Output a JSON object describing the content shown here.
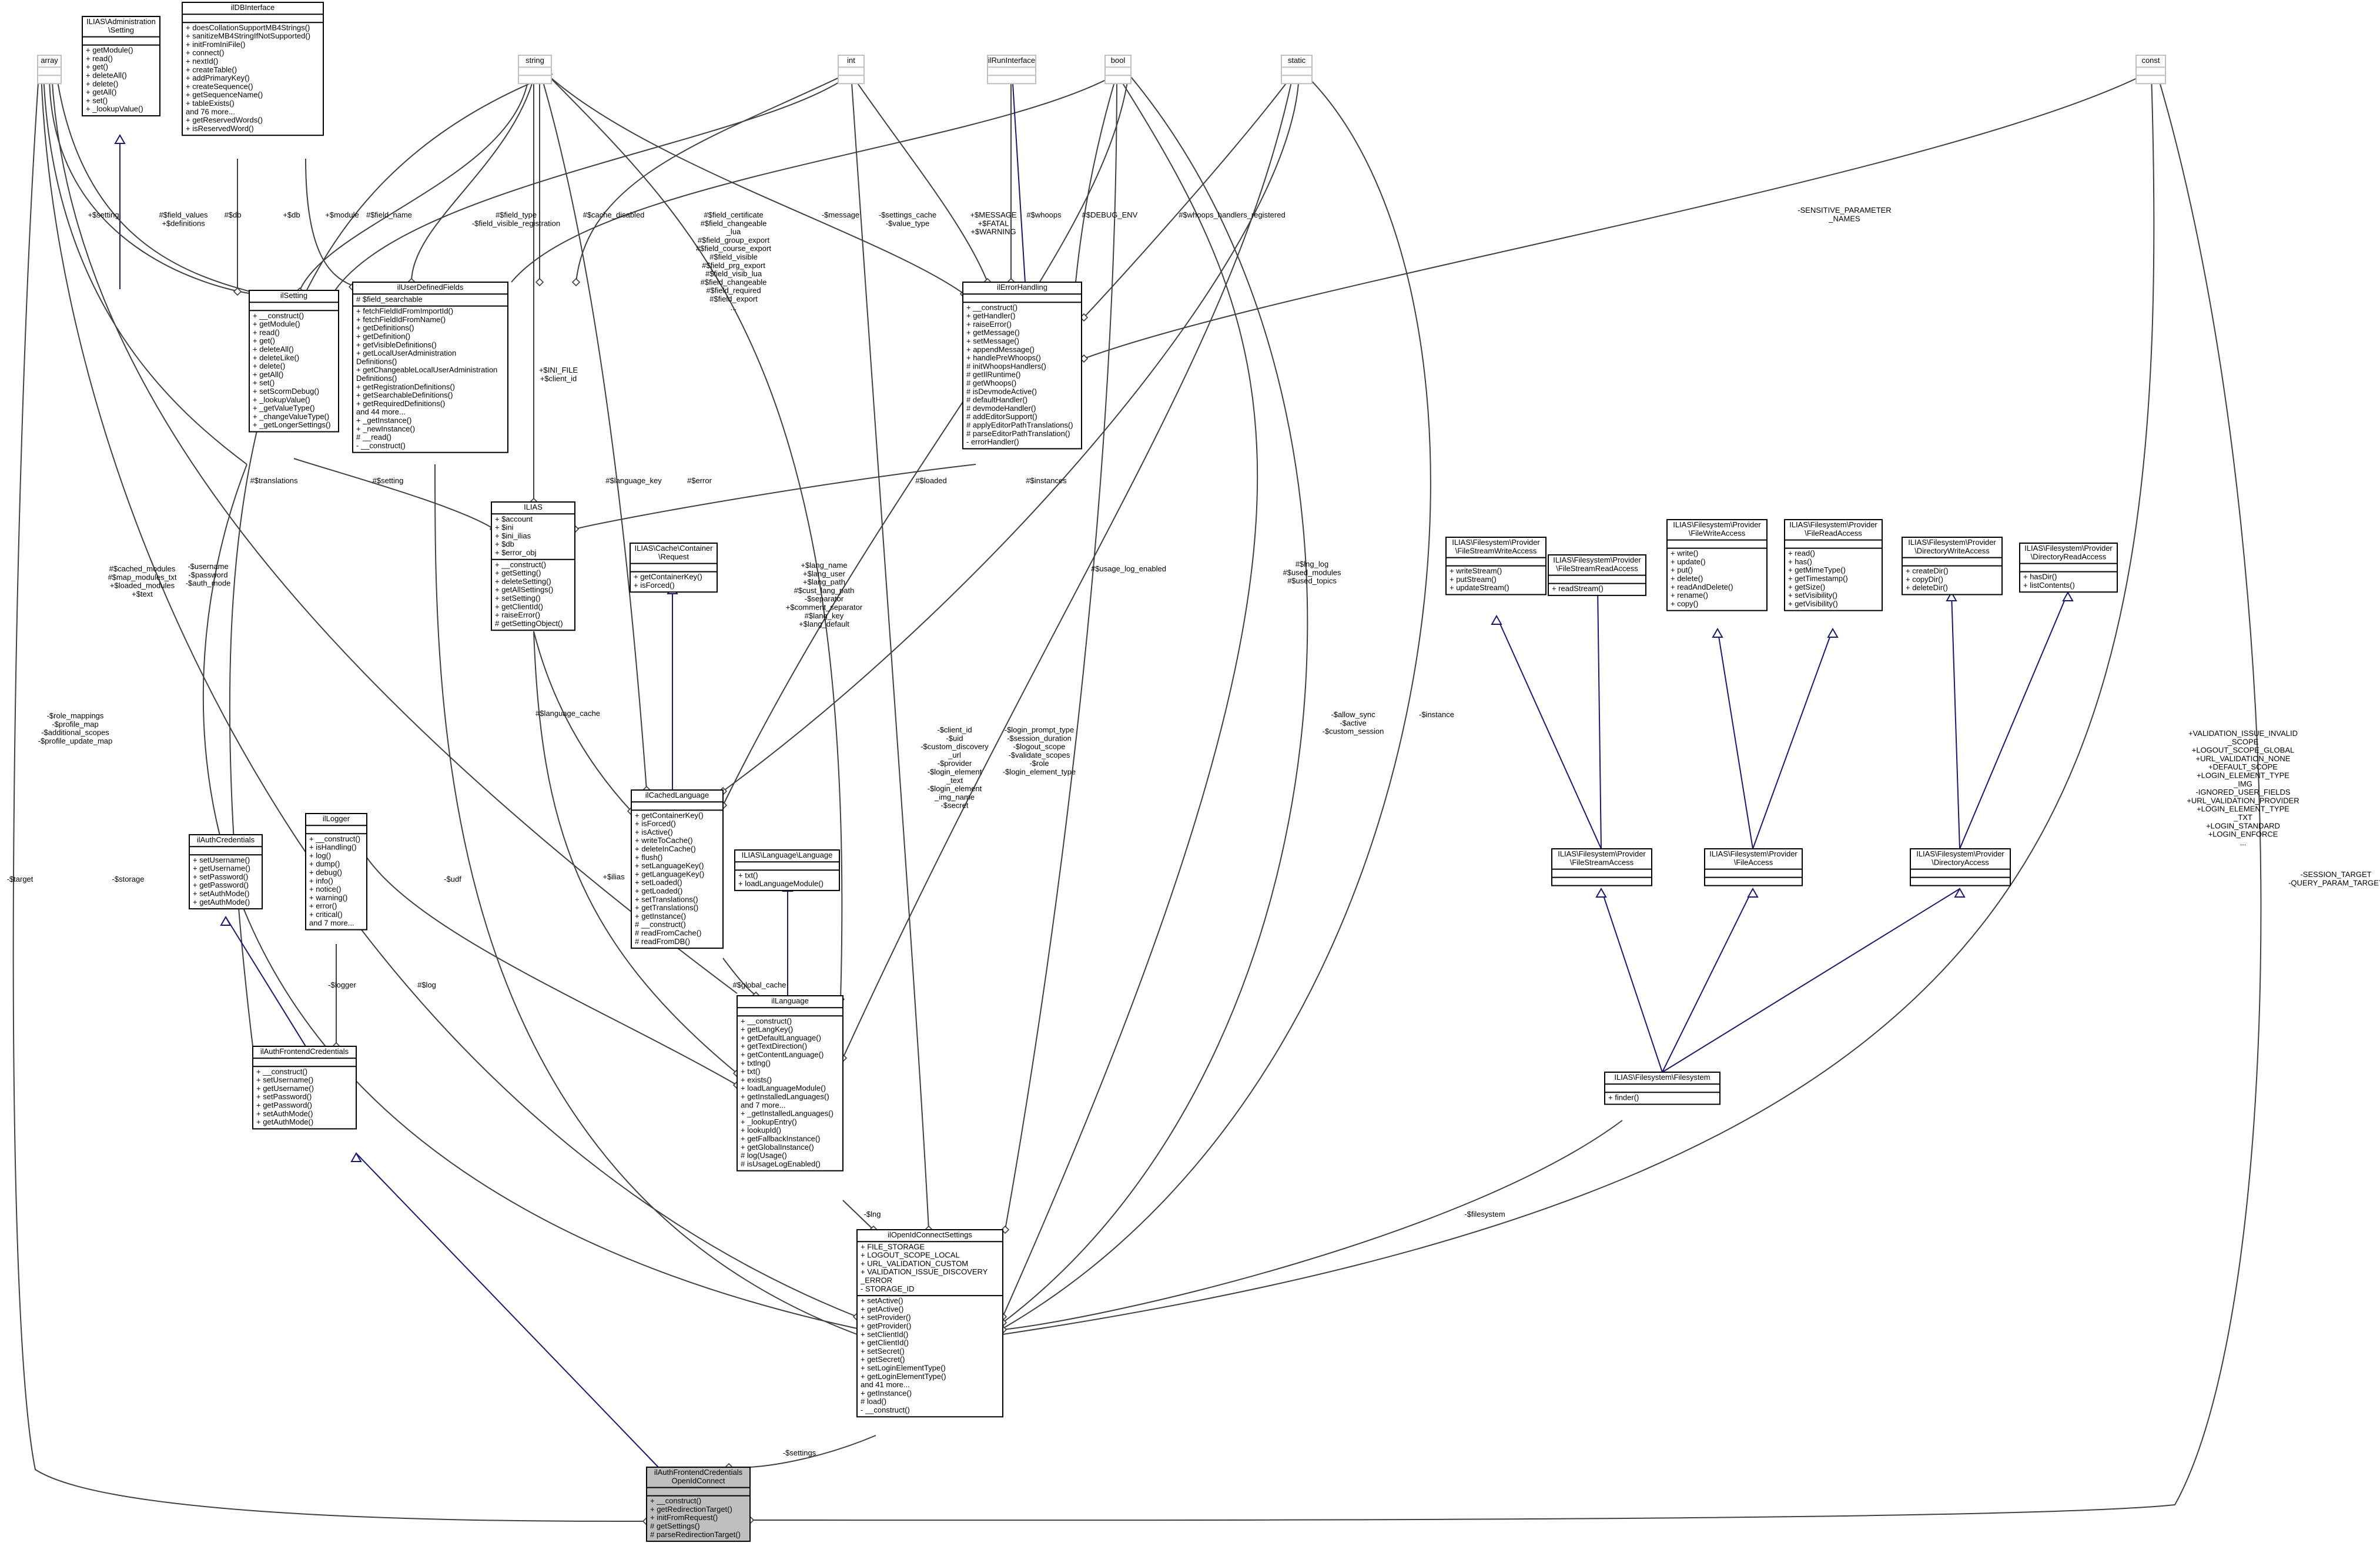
{
  "diagram": {
    "classes": [
      {
        "id": "array",
        "title": [
          "array"
        ],
        "attributes": [],
        "methods": [],
        "primitive": true
      },
      {
        "id": "setting_admin",
        "title": [
          "ILIAS\\Administration",
          "\\Setting"
        ],
        "attributes": [],
        "methods": [
          "+ getModule()",
          "+ read()",
          "+ get()",
          "+ deleteAll()",
          "+ delete()",
          "+ getAll()",
          "+ set()",
          "+ _lookupValue()"
        ]
      },
      {
        "id": "ildbinterface",
        "title": [
          "ilDBInterface"
        ],
        "attributes": [],
        "methods": [
          "+ doesCollationSupportMB4Strings()",
          "+ sanitizeMB4StringIfNotSupported()",
          "+ initFromIniFile()",
          "+ connect()",
          "+ nextId()",
          "+ createTable()",
          "+ addPrimaryKey()",
          "+ createSequence()",
          "+ getSequenceName()",
          "+ tableExists()",
          "and 76 more...",
          "+ getReservedWords()",
          "+ isReservedWord()"
        ]
      },
      {
        "id": "string",
        "title": [
          "string"
        ],
        "attributes": [],
        "methods": [],
        "primitive": true
      },
      {
        "id": "int",
        "title": [
          "int"
        ],
        "attributes": [],
        "methods": [],
        "primitive": true
      },
      {
        "id": "ilruninterface",
        "title": [
          "ilRunInterface"
        ],
        "attributes": [],
        "methods": [],
        "primitive": true
      },
      {
        "id": "bool",
        "title": [
          "bool"
        ],
        "attributes": [],
        "methods": [],
        "primitive": true
      },
      {
        "id": "static",
        "title": [
          "static"
        ],
        "attributes": [],
        "methods": [],
        "primitive": true
      },
      {
        "id": "const",
        "title": [
          "const"
        ],
        "attributes": [],
        "methods": [],
        "primitive": true
      },
      {
        "id": "ilsetting",
        "title": [
          "ilSetting"
        ],
        "attributes": [],
        "methods": [
          "+ __construct()",
          "+ getModule()",
          "+ read()",
          "+ get()",
          "+ deleteAll()",
          "+ deleteLike()",
          "+ delete()",
          "+ getAll()",
          "+ set()",
          "+ setScormDebug()",
          "+ _lookupValue()",
          "+ _getValueType()",
          "+ _changeValueType()",
          "+ _getLongerSettings()"
        ]
      },
      {
        "id": "iluserdefinedfields",
        "title": [
          "ilUserDefinedFields"
        ],
        "attributes": [
          "# $field_searchable"
        ],
        "methods": [
          "+ fetchFieldIdFromImportId()",
          "+ fetchFieldIdFromName()",
          "+ getDefinitions()",
          "+ getDefinition()",
          "+ getVisibleDefinitions()",
          "+ getLocalUserAdministration",
          "Definitions()",
          "+ getChangeableLocalUserAdministration",
          "Definitions()",
          "+ getRegistrationDefinitions()",
          "+ getSearchableDefinitions()",
          "+ getRequiredDefinitions()",
          "and 44 more...",
          "+ _getInstance()",
          "+ _newInstance()",
          "# __read()",
          "- __construct()"
        ]
      },
      {
        "id": "ilerrorhandling",
        "title": [
          "ilErrorHandling"
        ],
        "attributes": [],
        "methods": [
          "+ __construct()",
          "+ getHandler()",
          "+ raiseError()",
          "+ getMessage()",
          "+ setMessage()",
          "+ appendMessage()",
          "+ handlePreWhoops()",
          "# initWhoopsHandlers()",
          "# getIlRuntime()",
          "# getWhoops()",
          "# isDevmodeActive()",
          "# defaultHandler()",
          "# devmodeHandler()",
          "# addEditorSupport()",
          "# applyEditorPathTranslations()",
          "# parseEditorPathTranslation()",
          "- errorHandler()"
        ]
      },
      {
        "id": "ilias",
        "title": [
          "ILIAS"
        ],
        "attributes": [
          "+ $account",
          "+ $ini",
          "+ $ini_ilias",
          "+ $db",
          "+ $error_obj"
        ],
        "methods": [
          "+ __construct()",
          "+ getSetting()",
          "+ deleteSetting()",
          "+ getAllSettings()",
          "+ setSetting()",
          "+ getClientId()",
          "+ raiseError()",
          "# getSettingObject()"
        ]
      },
      {
        "id": "cache_request",
        "title": [
          "ILIAS\\Cache\\Container",
          "\\Request"
        ],
        "attributes": [],
        "methods": [
          "+ getContainerKey()",
          "+ isForced()"
        ]
      },
      {
        "id": "fs_streamwrite",
        "title": [
          "ILIAS\\Filesystem\\Provider",
          "\\FileStreamWriteAccess"
        ],
        "attributes": [],
        "methods": [
          "+ writeStream()",
          "+ putStream()",
          "+ updateStream()"
        ]
      },
      {
        "id": "fs_streamread",
        "title": [
          "ILIAS\\Filesystem\\Provider",
          "\\FileStreamReadAccess"
        ],
        "attributes": [],
        "methods": [
          "+ readStream()"
        ]
      },
      {
        "id": "fs_filewrite",
        "title": [
          "ILIAS\\Filesystem\\Provider",
          "\\FileWriteAccess"
        ],
        "attributes": [],
        "methods": [
          "+ write()",
          "+ update()",
          "+ put()",
          "+ delete()",
          "+ readAndDelete()",
          "+ rename()",
          "+ copy()"
        ]
      },
      {
        "id": "fs_fileread",
        "title": [
          "ILIAS\\Filesystem\\Provider",
          "\\FileReadAccess"
        ],
        "attributes": [],
        "methods": [
          "+ read()",
          "+ has()",
          "+ getMimeType()",
          "+ getTimestamp()",
          "+ getSize()",
          "+ setVisibility()",
          "+ getVisibility()"
        ]
      },
      {
        "id": "fs_dirwrite",
        "title": [
          "ILIAS\\Filesystem\\Provider",
          "\\DirectoryWriteAccess"
        ],
        "attributes": [],
        "methods": [
          "+ createDir()",
          "+ copyDir()",
          "+ deleteDir()"
        ]
      },
      {
        "id": "fs_dirread",
        "title": [
          "ILIAS\\Filesystem\\Provider",
          "\\DirectoryReadAccess"
        ],
        "attributes": [],
        "methods": [
          "+ hasDir()",
          "+ listContents()"
        ]
      },
      {
        "id": "ilcachedlanguage",
        "title": [
          "ilCachedLanguage"
        ],
        "attributes": [],
        "methods": [
          "+ getContainerKey()",
          "+ isForced()",
          "+ isActive()",
          "+ writeToCache()",
          "+ deleteInCache()",
          "+ flush()",
          "+ setLanguageKey()",
          "+ getLanguageKey()",
          "+ setLoaded()",
          "+ getLoaded()",
          "+ setTranslations()",
          "+ getTranslations()",
          "+ getInstance()",
          "# __construct()",
          "# readFromCache()",
          "# readFromDB()"
        ]
      },
      {
        "id": "language_iface",
        "title": [
          "ILIAS\\Language\\Language"
        ],
        "attributes": [],
        "methods": [
          "+ txt()",
          "+ loadLanguageModule()"
        ]
      },
      {
        "id": "ilauthcredentials",
        "title": [
          "ilAuthCredentials"
        ],
        "attributes": [],
        "methods": [
          "+ setUsername()",
          "+ getUsername()",
          "+ setPassword()",
          "+ getPassword()",
          "+ setAuthMode()",
          "+ getAuthMode()"
        ]
      },
      {
        "id": "illogger",
        "title": [
          "ilLogger"
        ],
        "attributes": [],
        "methods": [
          "+ __construct()",
          "+ isHandling()",
          "+ log()",
          "+ dump()",
          "+ debug()",
          "+ info()",
          "+ notice()",
          "+ warning()",
          "+ error()",
          "+ critical()",
          "and 7 more..."
        ]
      },
      {
        "id": "fs_filestream",
        "title": [
          "ILIAS\\Filesystem\\Provider",
          "\\FileStreamAccess"
        ],
        "attributes": [],
        "methods": []
      },
      {
        "id": "fs_fileaccess",
        "title": [
          "ILIAS\\Filesystem\\Provider",
          "\\FileAccess"
        ],
        "attributes": [],
        "methods": []
      },
      {
        "id": "fs_diraccess",
        "title": [
          "ILIAS\\Filesystem\\Provider",
          "\\DirectoryAccess"
        ],
        "attributes": [],
        "methods": []
      },
      {
        "id": "illanguage",
        "title": [
          "ilLanguage"
        ],
        "attributes": [],
        "methods": [
          "+ __construct()",
          "+ getLangKey()",
          "+ getDefaultLanguage()",
          "+ getTextDirection()",
          "+ getContentLanguage()",
          "+ txtlng()",
          "+ txt()",
          "+ exists()",
          "+ loadLanguageModule()",
          "+ getInstalledLanguages()",
          "and 7 more...",
          "+ _getInstalledLanguages()",
          "+ _lookupEntry()",
          "+ lookupId()",
          "+ getFallbackInstance()",
          "+ getGlobalInstance()",
          "# log(Usage()",
          "# isUsageLogEnabled()"
        ]
      },
      {
        "id": "ilauthfrontendcredentials",
        "title": [
          "ilAuthFrontendCredentials"
        ],
        "attributes": [],
        "methods": [
          "+ __construct()",
          "+ setUsername()",
          "+ getUsername()",
          "+ setPassword()",
          "+ getPassword()",
          "+ setAuthMode()",
          "+ getAuthMode()"
        ]
      },
      {
        "id": "fs_filesystem",
        "title": [
          "ILIAS\\Filesystem\\Filesystem"
        ],
        "attributes": [],
        "methods": [
          "+ finder()"
        ]
      },
      {
        "id": "ilopenidconnectsettings",
        "title": [
          "ilOpenIdConnectSettings"
        ],
        "attributes": [
          "+ FILE_STORAGE",
          "+ LOGOUT_SCOPE_LOCAL",
          "+ URL_VALIDATION_CUSTOM",
          "+ VALIDATION_ISSUE_DISCOVERY",
          "_ERROR",
          "- STORAGE_ID"
        ],
        "methods": [
          "+ setActive()",
          "+ getActive()",
          "+ setProvider()",
          "+ getProvider()",
          "+ setClientId()",
          "+ getClientId()",
          "+ setSecret()",
          "+ getSecret()",
          "+ setLoginElementType()",
          "+ getLoginElementType()",
          "and 41 more...",
          "+ getInstance()",
          "# load()",
          "- __construct()"
        ]
      },
      {
        "id": "ilauthfrontendcredentialsoidc",
        "title": [
          "ilAuthFrontendCredentials",
          "OpenIdConnect"
        ],
        "attributes": [],
        "methods": [
          "+ __construct()",
          "+ getRedirectionTarget()",
          "+ initFromRequest()",
          "# getSettings()",
          "# parseRedirectionTarget()"
        ],
        "focus": true
      }
    ],
    "edge_labels": [
      {
        "id": "e_setting_ilsetting",
        "lines": [
          "+$setting"
        ]
      },
      {
        "id": "e_fieldvalues",
        "lines": [
          "#$field_values",
          "+$definitions"
        ]
      },
      {
        "id": "e_db",
        "lines": [
          "#$db"
        ]
      },
      {
        "id": "e_db2",
        "lines": [
          "+$db"
        ]
      },
      {
        "id": "e_module",
        "lines": [
          "+$module"
        ]
      },
      {
        "id": "e_fieldname",
        "lines": [
          "#$field_name"
        ]
      },
      {
        "id": "e_fieldtype",
        "lines": [
          "#$field_type",
          "-$field_visible_registration"
        ]
      },
      {
        "id": "e_cachedisabled",
        "lines": [
          "#$cache_disabled"
        ]
      },
      {
        "id": "e_fieldlist",
        "lines": [
          "#$field_certificate",
          "#$field_changeable",
          "_lua",
          "#$field_group_export",
          "#$field_course_export",
          "#$field_visible",
          "#$field_prg_export",
          "#$field_visib_lua",
          "#$field_changeable",
          "#$field_required",
          "#$field_export",
          "..."
        ]
      },
      {
        "id": "e_message",
        "lines": [
          "-$message"
        ]
      },
      {
        "id": "e_settingscache",
        "lines": [
          "-$settings_cache",
          "-$value_type"
        ]
      },
      {
        "id": "e_errconst",
        "lines": [
          "+$MESSAGE",
          "+$FATAL",
          "+$WARNING"
        ]
      },
      {
        "id": "e_whoops",
        "lines": [
          "#$whoops"
        ]
      },
      {
        "id": "e_debugenv",
        "lines": [
          "#$DEBUG_ENV"
        ]
      },
      {
        "id": "e_whoopsreg",
        "lines": [
          "#$whoops_handlers_registered"
        ]
      },
      {
        "id": "e_sensitive",
        "lines": [
          "-SENSITIVE_PARAMETER",
          "_NAMES"
        ]
      },
      {
        "id": "e_inifile",
        "lines": [
          "+$INI_FILE",
          "+$client_id"
        ]
      },
      {
        "id": "e_translations",
        "lines": [
          "#$translations"
        ]
      },
      {
        "id": "e_setting_ilias",
        "lines": [
          "#$setting"
        ]
      },
      {
        "id": "e_languagekey",
        "lines": [
          "#$language_key"
        ]
      },
      {
        "id": "e_error",
        "lines": [
          "#$error"
        ]
      },
      {
        "id": "e_loaded",
        "lines": [
          "#$loaded"
        ]
      },
      {
        "id": "e_instances",
        "lines": [
          "#$instances"
        ]
      },
      {
        "id": "e_langprops",
        "lines": [
          "+$lang_name",
          "+$lang_user",
          "+$lang_path",
          "#$cust_lang_path",
          "-$separator",
          "+$comment_separator",
          "#$lang_key",
          "+$lang_default"
        ]
      },
      {
        "id": "e_cachedmodules",
        "lines": [
          "#$cached_modules",
          "#$map_modules_txt",
          "+$loaded_modules",
          "+$text"
        ]
      },
      {
        "id": "e_username",
        "lines": [
          "-$username",
          "-$password",
          "-$auth_mode"
        ]
      },
      {
        "id": "e_usagelog",
        "lines": [
          "#$usage_log_enabled"
        ]
      },
      {
        "id": "e_lnglog",
        "lines": [
          "#$lng_log",
          "#$used_modules",
          "#$used_topics"
        ]
      },
      {
        "id": "e_languagecache",
        "lines": [
          "#$language_cache"
        ]
      },
      {
        "id": "e_clientid",
        "lines": [
          "-$client_id",
          "-$uid",
          "-$custom_discovery",
          "_url",
          "-$provider",
          "-$login_element",
          "_text",
          "-$login_element",
          "_img_name",
          "-$secret"
        ]
      },
      {
        "id": "e_loginprompt",
        "lines": [
          "-$login_prompt_type",
          "-$session_duration",
          "-$logout_scope",
          "-$validate_scopes",
          "-$role",
          "-$login_element_type"
        ]
      },
      {
        "id": "e_allowsync",
        "lines": [
          "-$allow_sync",
          "-$active",
          "-$custom_session"
        ]
      },
      {
        "id": "e_instance",
        "lines": [
          "-$instance"
        ]
      },
      {
        "id": "e_rolemappings",
        "lines": [
          "-$role_mappings",
          "-$profile_map",
          "-$additional_scopes",
          "-$profile_update_map"
        ]
      },
      {
        "id": "e_validation",
        "lines": [
          "+VALIDATION_ISSUE_INVALID",
          "_SCOPE",
          "+LOGOUT_SCOPE_GLOBAL",
          "+URL_VALIDATION_NONE",
          "+DEFAULT_SCOPE",
          "+LOGIN_ELEMENT_TYPE",
          "_IMG",
          "-IGNORED_USER_FIELDS",
          "+URL_VALIDATION_PROVIDER",
          "+LOGIN_ELEMENT_TYPE",
          "_TXT",
          "+LOGIN_STANDARD",
          "+LOGIN_ENFORCE",
          "..."
        ]
      },
      {
        "id": "e_sessiontarget",
        "lines": [
          "-SESSION_TARGET",
          "-QUERY_PARAM_TARGET"
        ]
      },
      {
        "id": "e_target",
        "lines": [
          "-$target"
        ]
      },
      {
        "id": "e_storage",
        "lines": [
          "-$storage"
        ]
      },
      {
        "id": "e_udf",
        "lines": [
          "-$udf"
        ]
      },
      {
        "id": "e_ilias",
        "lines": [
          "+$ilias"
        ]
      },
      {
        "id": "e_logger",
        "lines": [
          "-$logger"
        ]
      },
      {
        "id": "e_log",
        "lines": [
          "#$log"
        ]
      },
      {
        "id": "e_globalcache",
        "lines": [
          "#$global_cache"
        ]
      },
      {
        "id": "e_lng",
        "lines": [
          "-$lng"
        ]
      },
      {
        "id": "e_filesystem",
        "lines": [
          "-$filesystem"
        ]
      },
      {
        "id": "e_settings",
        "lines": [
          "-$settings"
        ]
      }
    ]
  }
}
